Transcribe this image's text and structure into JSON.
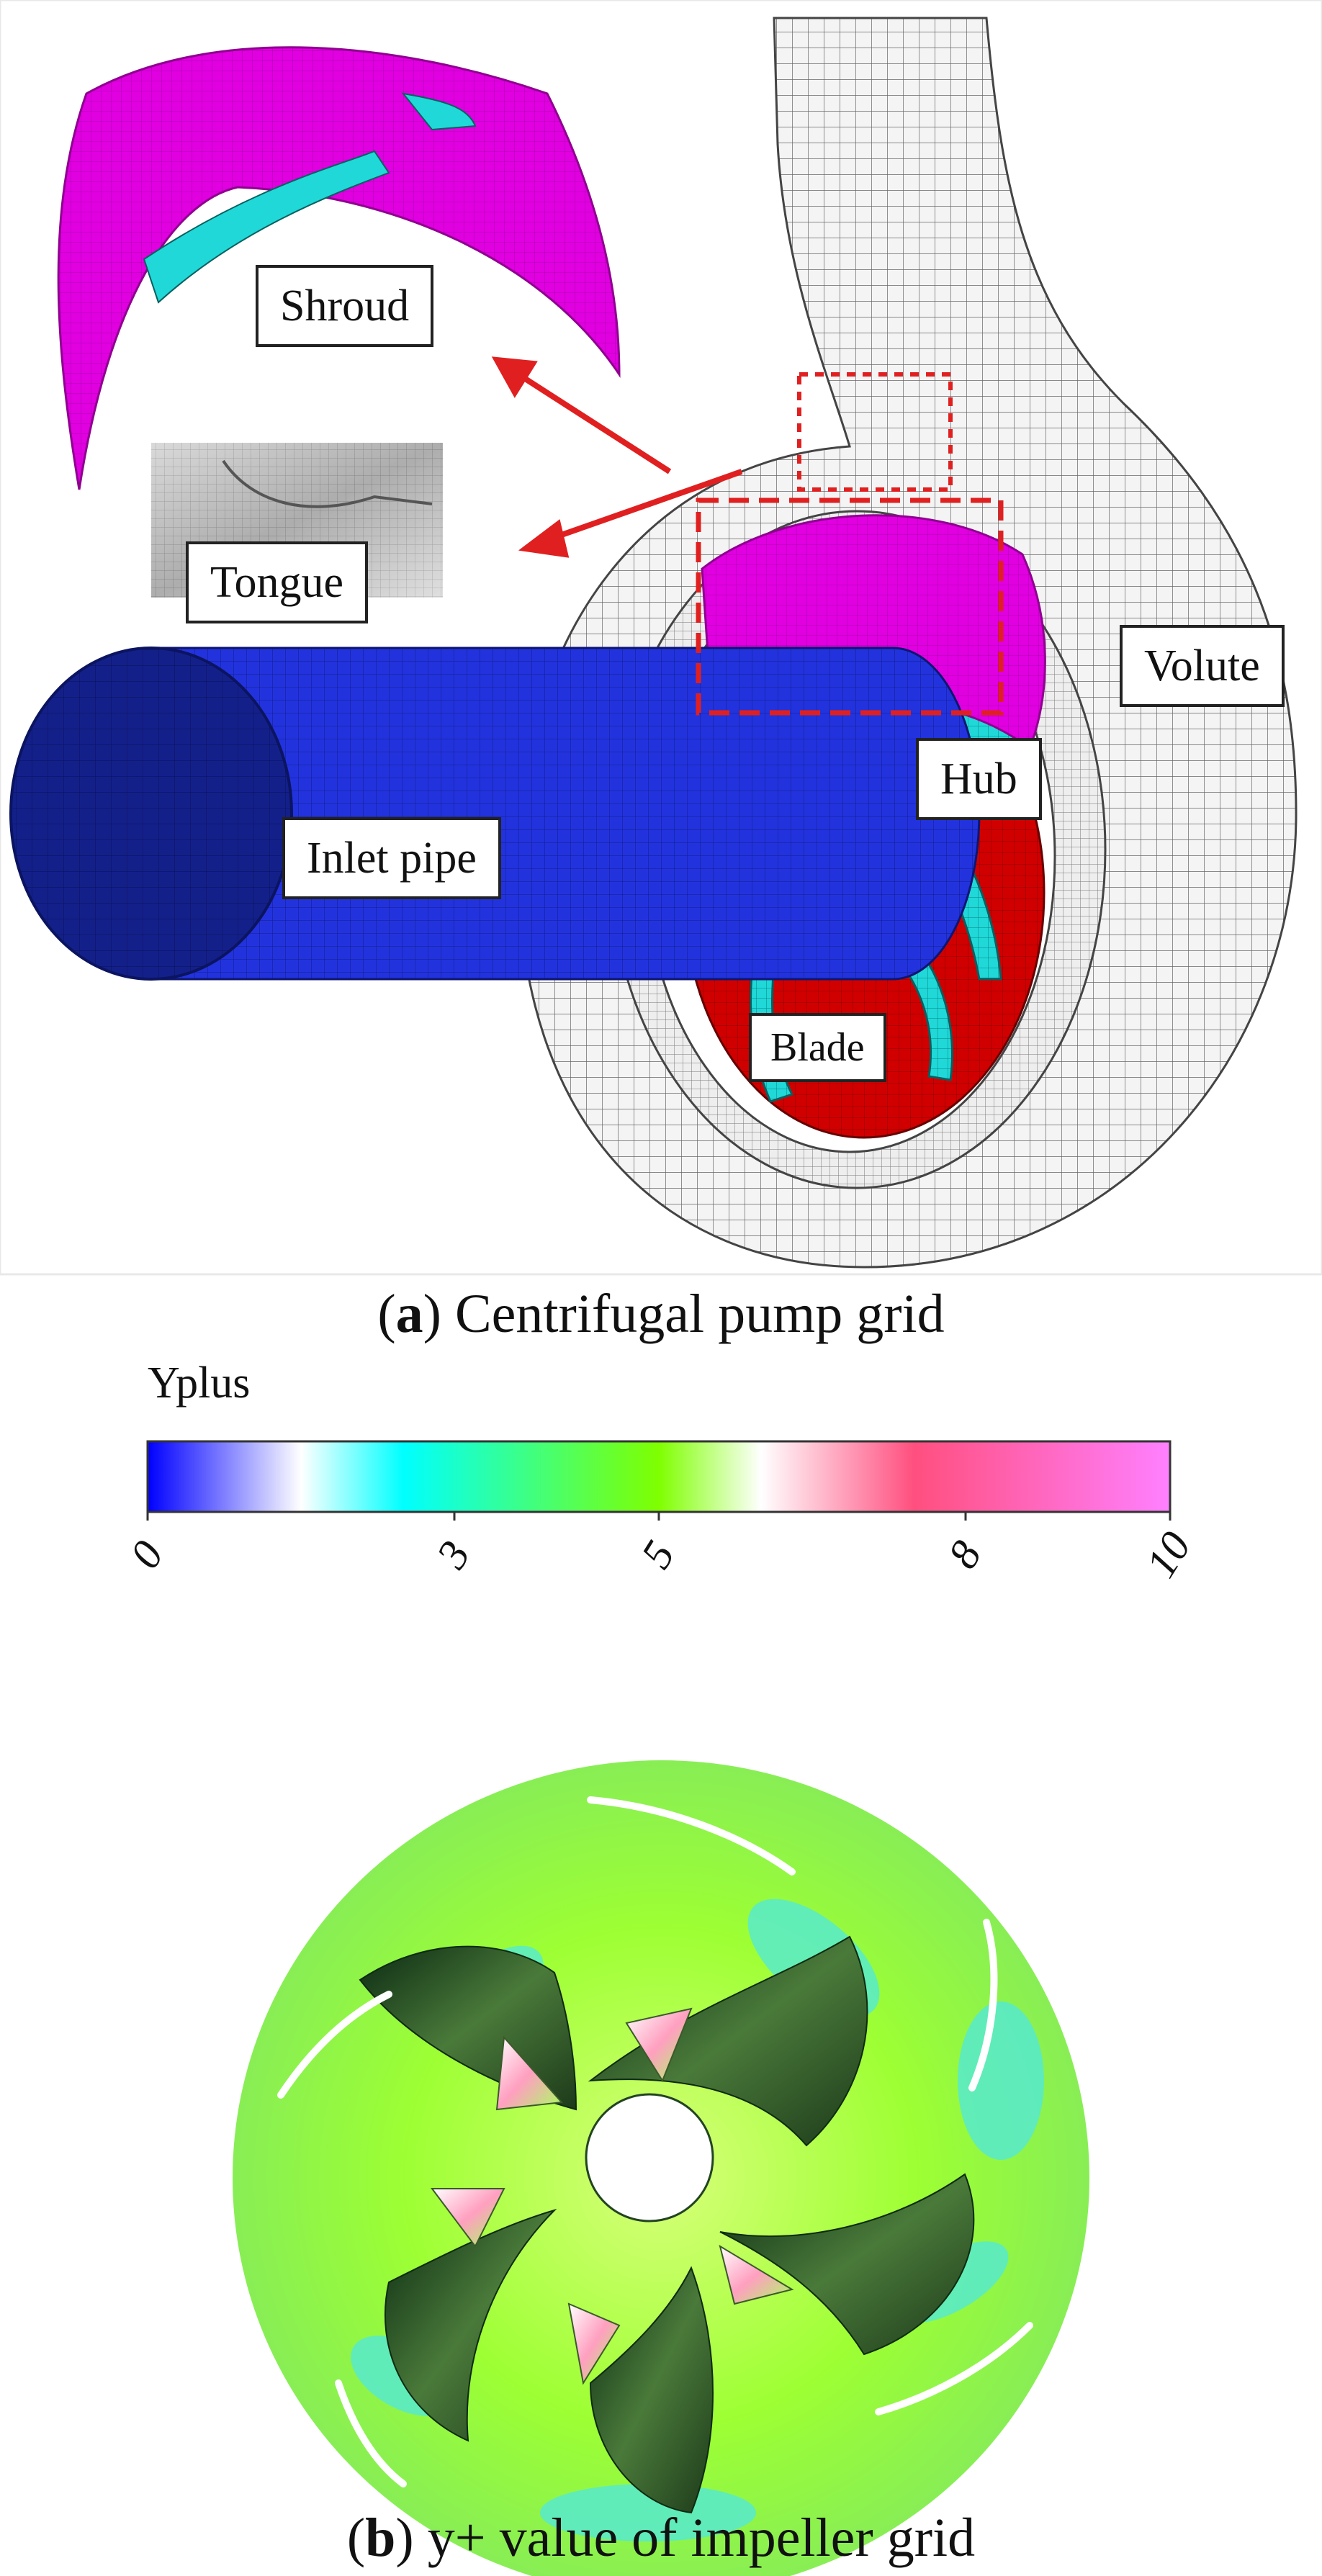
{
  "panel_a": {
    "labels": {
      "shroud": "Shroud",
      "tongue": "Tongue",
      "volute": "Volute",
      "hub": "Hub",
      "inlet_pipe": "Inlet pipe",
      "blade": "Blade"
    },
    "caption": {
      "letter": "a",
      "text": " Centrifugal pump grid"
    }
  },
  "panel_b": {
    "colorbar": {
      "title": "Yplus",
      "min": 0,
      "max": 10,
      "ticks": [
        "0",
        "3",
        "5",
        "8",
        "10"
      ],
      "colors": [
        "#0000ff",
        "#ffffff",
        "#00ffff",
        "#7fff00",
        "#ffffff",
        "#ff4f7f",
        "#ff80ff"
      ]
    },
    "caption": {
      "letter": "b",
      "text": " y+ value of impeller grid"
    }
  },
  "colors": {
    "shroud": "#e000e0",
    "blade": "#20d8d8",
    "hub": "#d00000",
    "inlet_pipe": "#2233dd",
    "volute_mesh": "#555555",
    "callout_arrow": "#e02020"
  }
}
